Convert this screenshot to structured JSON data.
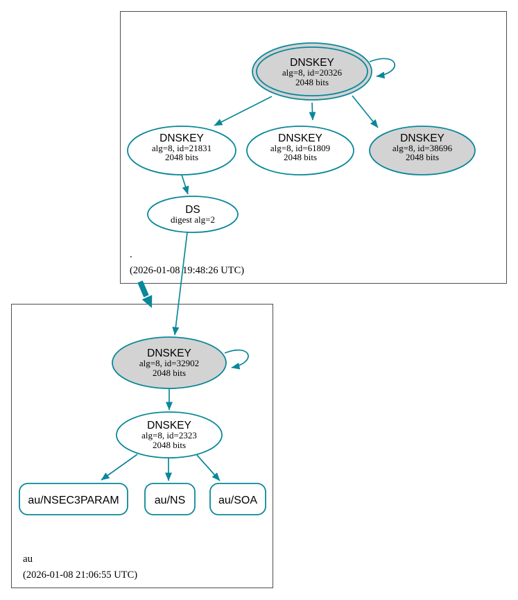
{
  "diagram_type": "dnssec-authentication-chain",
  "colors": {
    "secure": "#0a879a",
    "ksk_fill": "#d3d3d3",
    "node_fill": "#ffffff",
    "zone_box_border": "#4d4d4d",
    "text": "#000000"
  },
  "zones": {
    "root": {
      "label": ".",
      "timestamp": "(2026-01-08 19:48:26 UTC)"
    },
    "au": {
      "label": "au",
      "timestamp": "(2026-01-08 21:06:55 UTC)"
    }
  },
  "nodes": {
    "root_ksk": {
      "title": "DNSKEY",
      "detail1": "alg=8, id=20326",
      "detail2": "2048 bits"
    },
    "root_zsk_21831": {
      "title": "DNSKEY",
      "detail1": "alg=8, id=21831",
      "detail2": "2048 bits"
    },
    "root_zsk_61809": {
      "title": "DNSKEY",
      "detail1": "alg=8, id=61809",
      "detail2": "2048 bits"
    },
    "root_dnskey_38696": {
      "title": "DNSKEY",
      "detail1": "alg=8, id=38696",
      "detail2": "2048 bits"
    },
    "root_ds": {
      "title": "DS",
      "detail1": "digest alg=2"
    },
    "au_ksk": {
      "title": "DNSKEY",
      "detail1": "alg=8, id=32902",
      "detail2": "2048 bits"
    },
    "au_zsk": {
      "title": "DNSKEY",
      "detail1": "alg=8, id=2323",
      "detail2": "2048 bits"
    },
    "au_nsec3param": {
      "label": "au/NSEC3PARAM"
    },
    "au_ns": {
      "label": "au/NS"
    },
    "au_soa": {
      "label": "au/SOA"
    }
  }
}
